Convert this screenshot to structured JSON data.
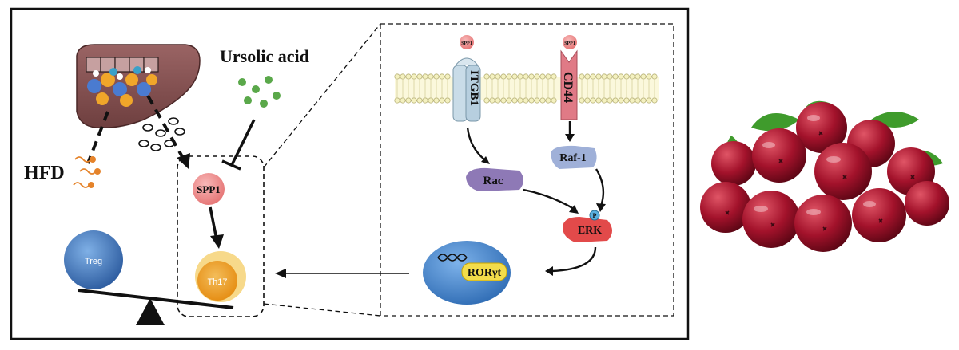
{
  "diagram": {
    "labels": {
      "ursolic_acid": "Ursolic acid",
      "hfd": "HFD",
      "spp1": "SPP1",
      "treg": "Treg",
      "th17": "Th17",
      "receptor_spp1_left": "SPP1",
      "receptor_spp1_right": "SPP1",
      "itgb1": "ITGB1",
      "cd44": "CD44",
      "rac": "Rac",
      "raf1": "Raf-1",
      "erk": "ERK",
      "phospho": "P",
      "rorgt": "RORγt"
    },
    "colors": {
      "frame": "#111111",
      "liver": "#8e5a5a",
      "spp1_ball": "#ef8a8a",
      "treg": "#3b6fb8",
      "th17": "#f1a21e",
      "rac": "#8e79b6",
      "raf1": "#9fb0d8",
      "erk": "#e24a4a",
      "nucleus": "#4a86c9",
      "rorgt_box": "#f3dc4a",
      "itgb1": "#c9dce8",
      "cd44": "#e07a86",
      "membrane_head": "#f4f1c0",
      "cranberry": "#a3122b",
      "leaf": "#3f9b2c"
    },
    "icons": [
      "liver-icon",
      "ursolic-acid-molecules-icon",
      "fat-molecules-icon",
      "balance-scale-icon",
      "dna-icon",
      "cranberry-image"
    ]
  }
}
